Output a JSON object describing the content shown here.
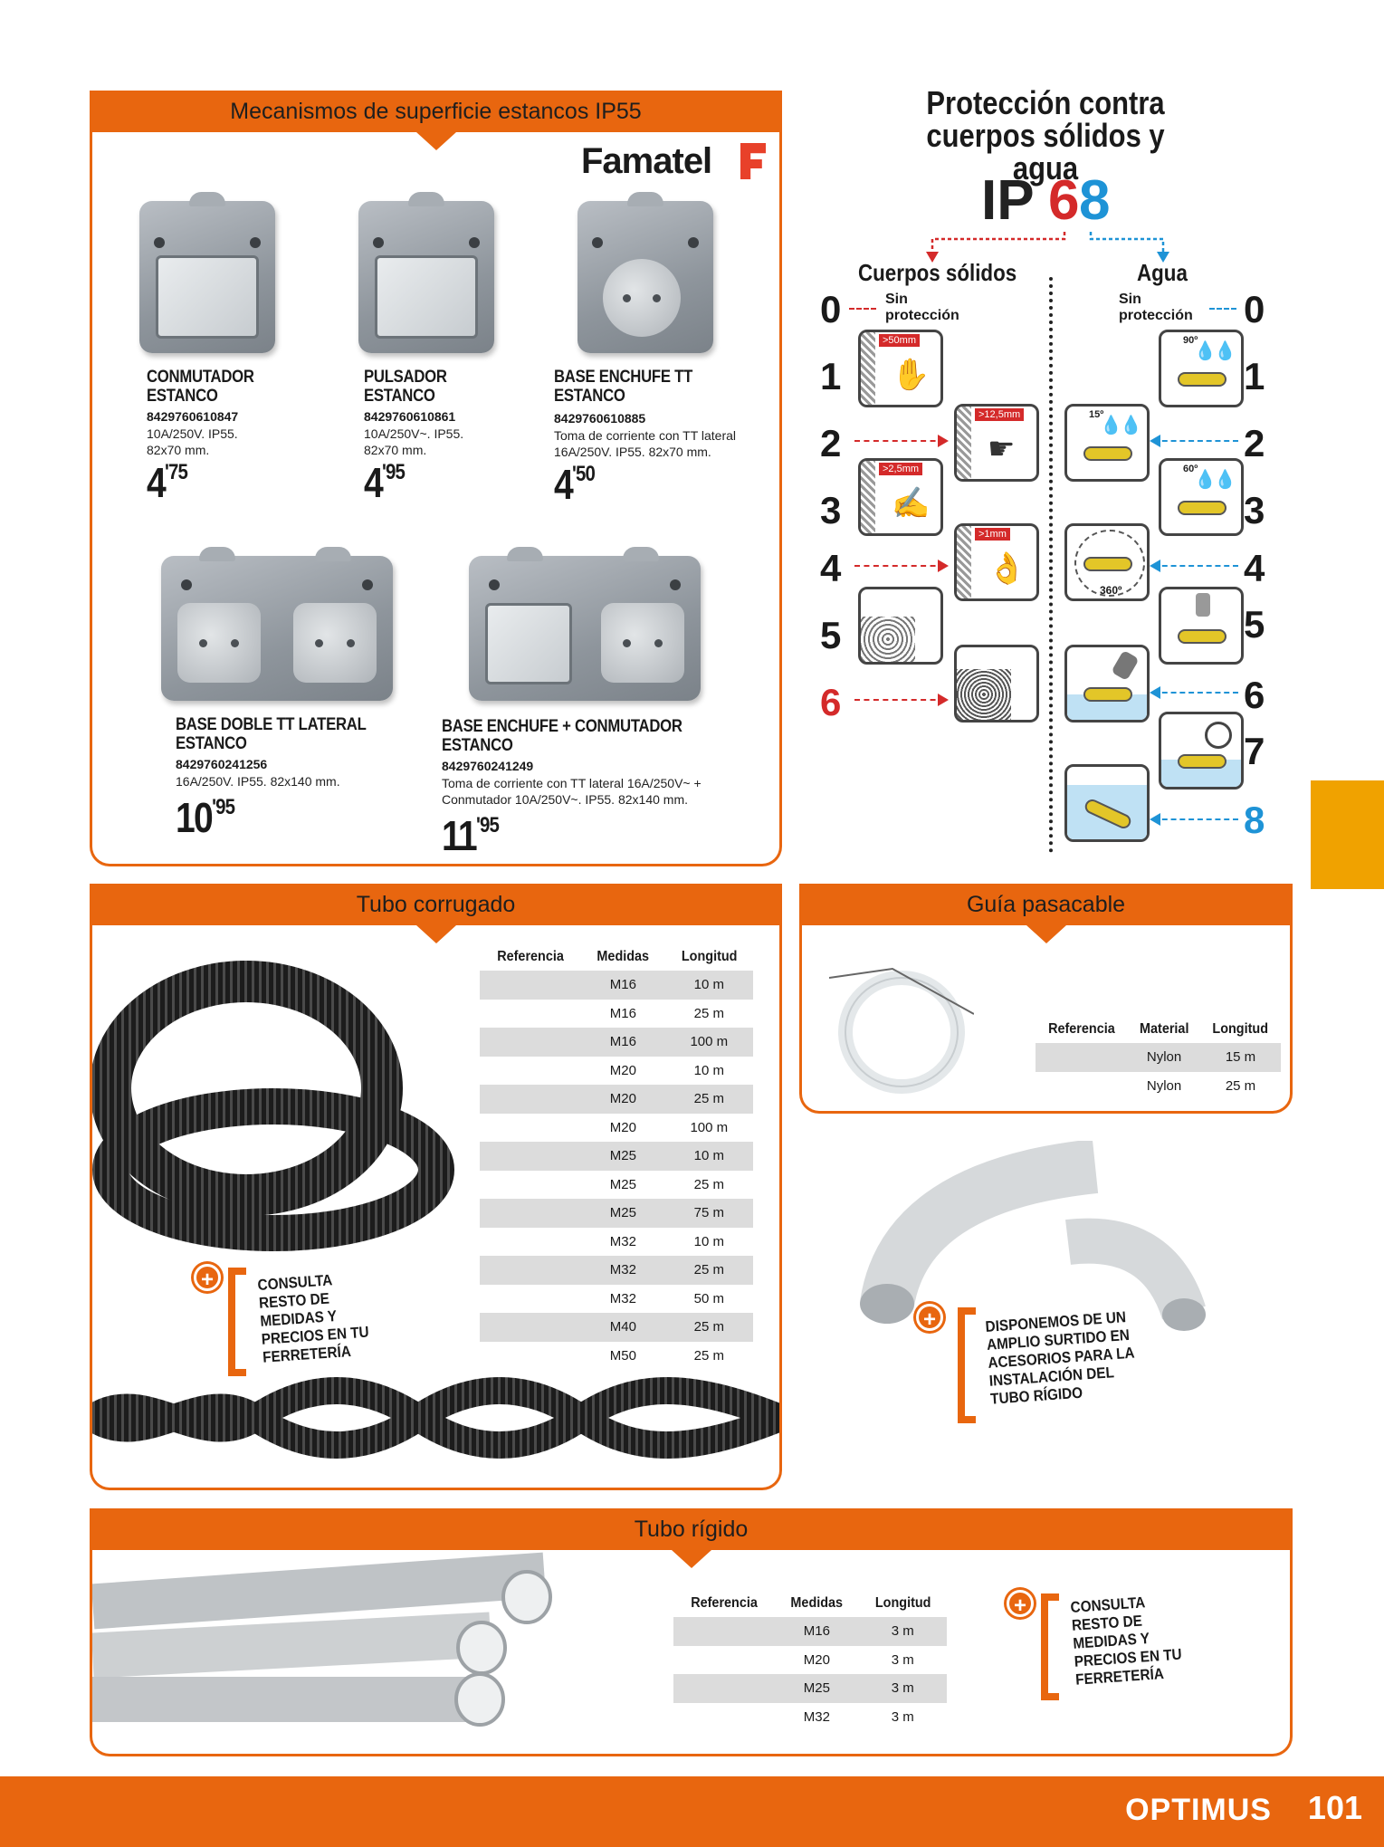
{
  "page_number": "101",
  "brand": "OPTIMUS",
  "mecanismos": {
    "title": "Mecanismos de superficie estancos IP55",
    "logo_text": "Famatel",
    "products": [
      {
        "name": "CONMUTADOR ESTANCO",
        "ref": "8429760610847",
        "desc": "10A/250V. IP55.\n82x70 mm.",
        "price_int": "4",
        "price_dec": "'75"
      },
      {
        "name": "PULSADOR ESTANCO",
        "ref": "8429760610861",
        "desc": "10A/250V~. IP55.\n82x70 mm.",
        "price_int": "4",
        "price_dec": "'95"
      },
      {
        "name": "BASE ENCHUFE TT ESTANCO",
        "ref": "8429760610885",
        "desc": "Toma de corriente con TT lateral\n16A/250V. IP55. 82x70 mm.",
        "price_int": "4",
        "price_dec": "'50"
      },
      {
        "name": "BASE DOBLE TT LATERAL ESTANCO",
        "ref": "8429760241256",
        "desc": "16A/250V. IP55. 82x140 mm.",
        "price_int": "10",
        "price_dec": "'95"
      },
      {
        "name": "BASE ENCHUFE + CONMUTADOR ESTANCO",
        "ref": "8429760241249",
        "desc": "Toma de corriente con TT lateral 16A/250V~ +\nConmutador 10A/250V~. IP55.  82x140 mm.",
        "price_int": "11",
        "price_dec": "'95"
      }
    ]
  },
  "ip": {
    "title": "Protección contra\ncuerpos sólidos y agua",
    "code_prefix": "IP",
    "digit1": "6",
    "digit2": "8",
    "col_solidos": "Cuerpos sólidos",
    "col_agua": "Agua",
    "sin_proteccion": "Sin\nprotección",
    "solid_levels": [
      "0",
      "1",
      "2",
      "3",
      "4",
      "5",
      "6"
    ],
    "water_levels": [
      "0",
      "1",
      "2",
      "3",
      "4",
      "5",
      "6",
      "7",
      "8"
    ],
    "labels": {
      "l50": ">50mm",
      "l12": ">12,5mm",
      "l25": ">2,5mm",
      "l1": ">1mm",
      "a90": "90º",
      "a15": "15º",
      "a60": "60º",
      "a360": "360º"
    },
    "colors": {
      "solid": "#d42a2a",
      "water": "#1e93d6"
    }
  },
  "corrugado": {
    "title": "Tubo corrugado",
    "headers": [
      "Referencia",
      "Medidas",
      "Longitud"
    ],
    "rows": [
      [
        "",
        "M16",
        "10 m"
      ],
      [
        "",
        "M16",
        "25 m"
      ],
      [
        "",
        "M16",
        "100 m"
      ],
      [
        "",
        "M20",
        "10 m"
      ],
      [
        "",
        "M20",
        "25 m"
      ],
      [
        "",
        "M20",
        "100 m"
      ],
      [
        "",
        "M25",
        "10 m"
      ],
      [
        "",
        "M25",
        "25 m"
      ],
      [
        "",
        "M25",
        "75 m"
      ],
      [
        "",
        "M32",
        "10 m"
      ],
      [
        "",
        "M32",
        "25 m"
      ],
      [
        "",
        "M32",
        "50 m"
      ],
      [
        "",
        "M40",
        "25 m"
      ],
      [
        "",
        "M50",
        "25 m"
      ]
    ],
    "consulta": "CONSULTA\nRESTO DE\nMEDIDAS Y\nPRECIOS EN TU\nFERRETERÍA"
  },
  "pasacable": {
    "title": "Guía pasacable",
    "headers": [
      "Referencia",
      "Material",
      "Longitud"
    ],
    "rows": [
      [
        "",
        "Nylon",
        "15 m"
      ],
      [
        "",
        "Nylon",
        "25 m"
      ]
    ]
  },
  "accesorios": {
    "text": "DISPONEMOS DE UN\nAMPLIO SURTIDO EN\nACESORIOS PARA LA\nINSTALACIÓN DEL\nTUBO RÍGIDO"
  },
  "rigido": {
    "title": "Tubo rígido",
    "headers": [
      "Referencia",
      "Medidas",
      "Longitud"
    ],
    "rows": [
      [
        "",
        "M16",
        "3 m"
      ],
      [
        "",
        "M20",
        "3 m"
      ],
      [
        "",
        "M25",
        "3 m"
      ],
      [
        "",
        "M32",
        "3 m"
      ]
    ],
    "consulta": "CONSULTA\nRESTO DE\nMEDIDAS Y\nPRECIOS EN TU\nFERRETERÍA"
  }
}
